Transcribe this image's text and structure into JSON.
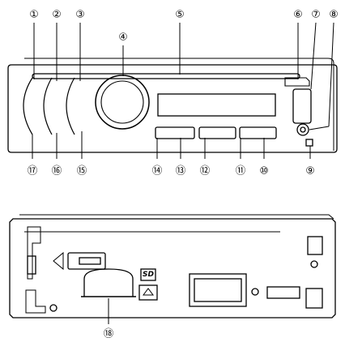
{
  "figure": {
    "top_view_callouts": [
      "①",
      "②",
      "③",
      "④",
      "⑤",
      "⑥",
      "⑦",
      "⑧",
      "⑰",
      "⑯",
      "⑮",
      "⑭",
      "⑬",
      "⑫",
      "⑪",
      "⑩",
      "⑨"
    ],
    "bottom_view_callouts": [
      "⑱"
    ],
    "colors": {
      "line": "#000000",
      "background": "#ffffff"
    }
  }
}
